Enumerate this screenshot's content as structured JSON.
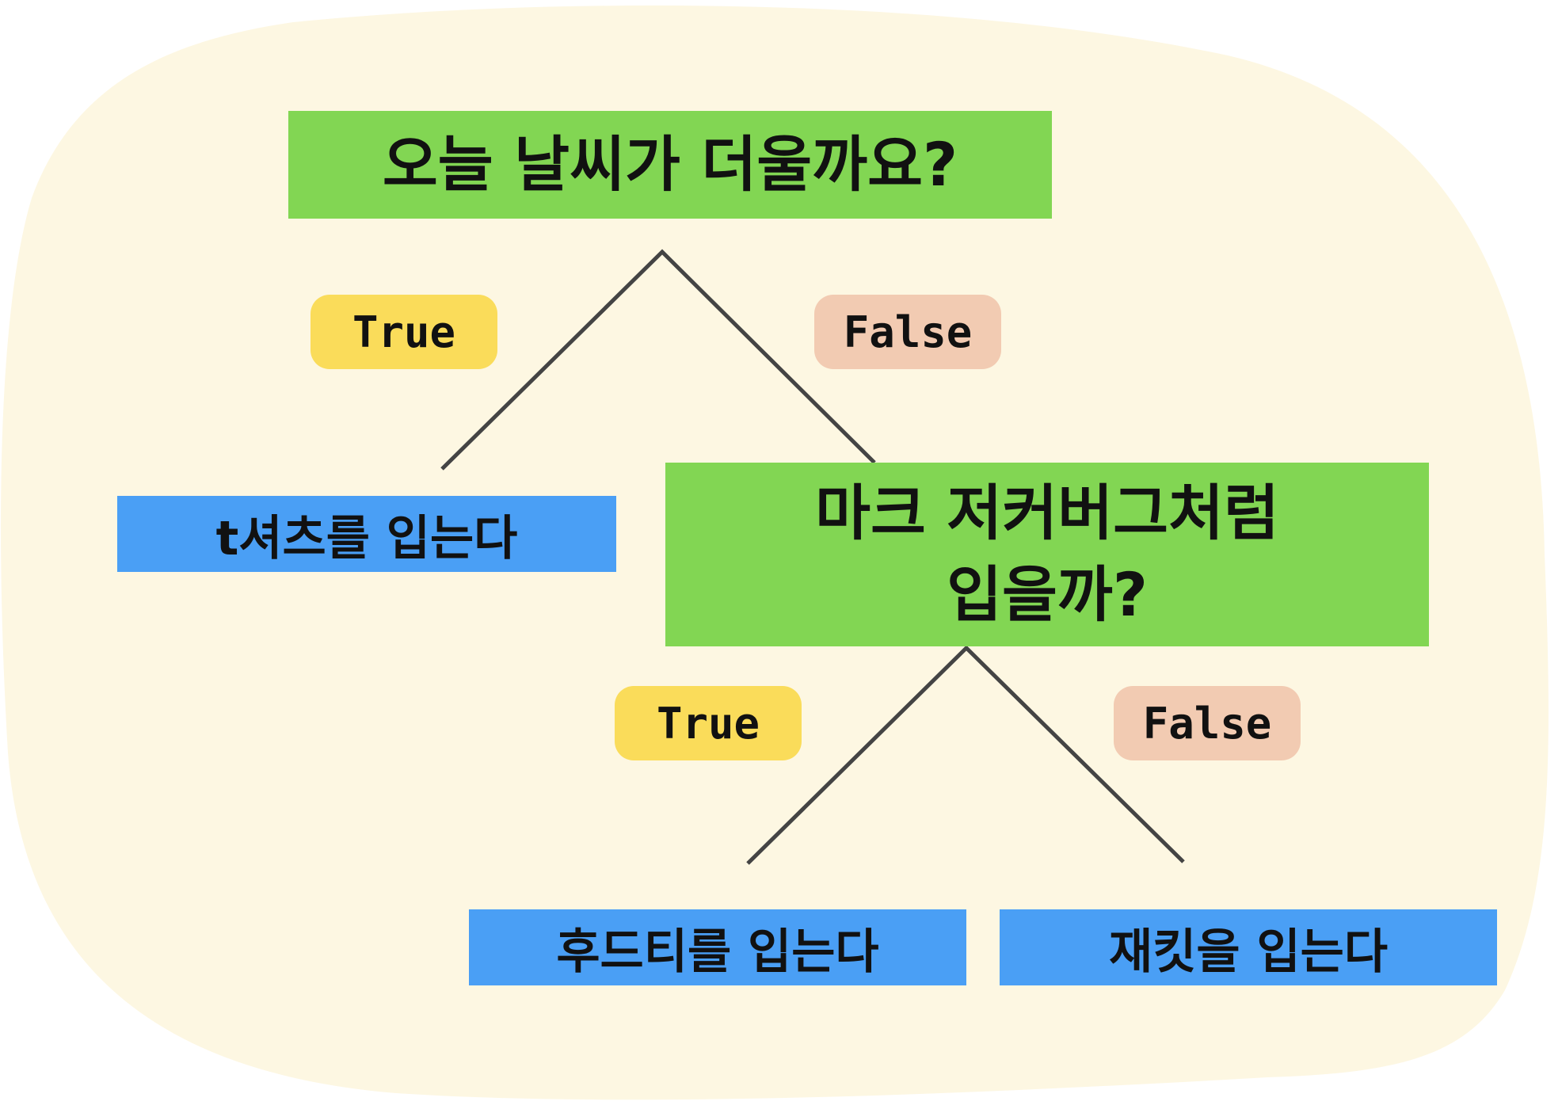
{
  "colors": {
    "background_blob": "#fdf7e2",
    "question_box": "#82d653",
    "answer_box": "#4a9ff5",
    "true_pill": "#fadc5a",
    "false_pill": "#f2cbb2",
    "connector_line": "#444444"
  },
  "root": {
    "question": "오늘 날씨가 더울까요?",
    "true_label": "True",
    "false_label": "False",
    "true_answer": "t셔츠를 입는다"
  },
  "branch": {
    "question": "마크 저커버그처럼\n입을까?",
    "true_label": "True",
    "false_label": "False",
    "true_answer": "후드티를 입는다",
    "false_answer": "재킷을 입는다"
  }
}
